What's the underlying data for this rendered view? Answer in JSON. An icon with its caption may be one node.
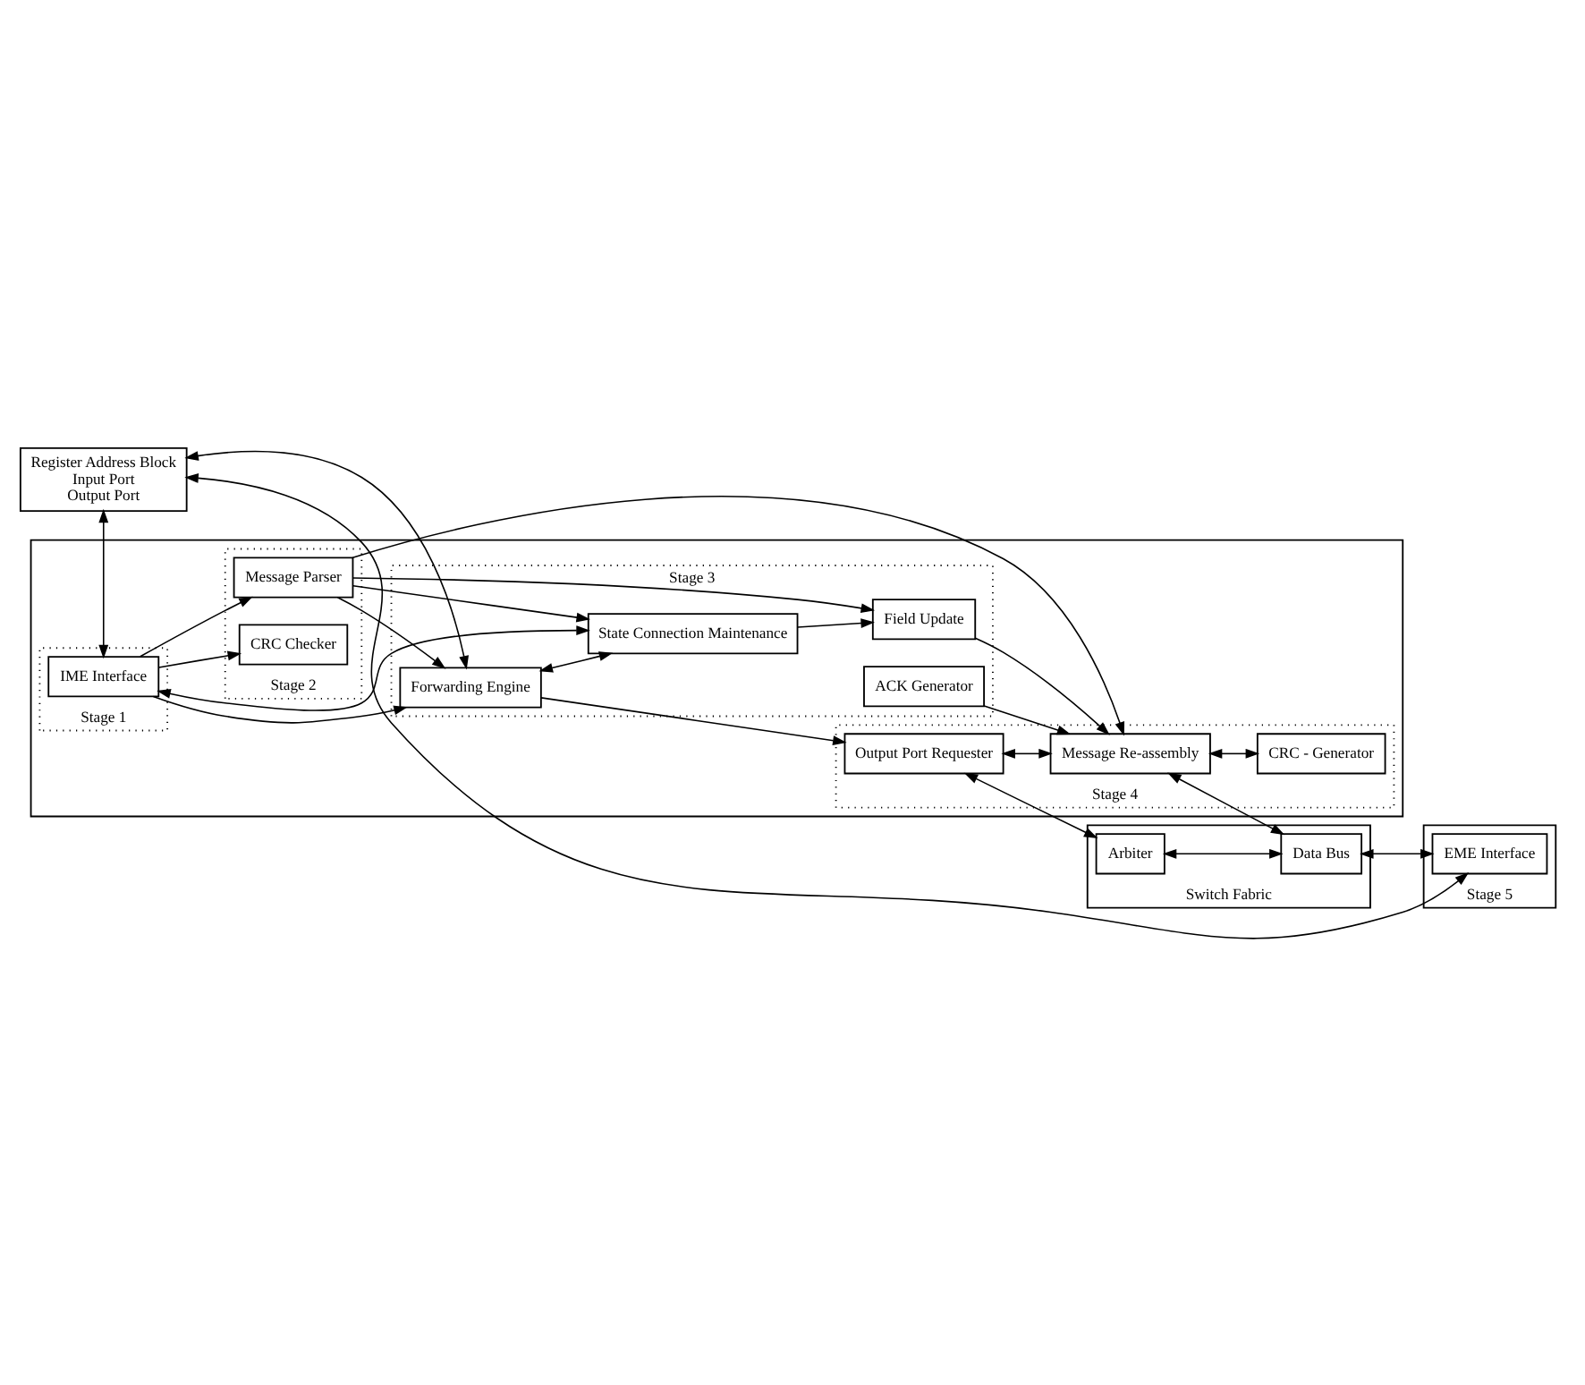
{
  "diagram": {
    "nodes": [
      {
        "text": [
          "Register Address Block",
          "Input Port",
          "Output Port"
        ]
      },
      {
        "text": [],
        "shape": "box"
      },
      {
        "text": [
          "Stage 1"
        ],
        "in": 1
      },
      {
        "text": [
          "IME Interface"
        ],
        "in": 2
      },
      {
        "text": [
          "Stage 2"
        ],
        "in": 1
      },
      {
        "text": [
          "Message Parser"
        ],
        "in": 4
      },
      {
        "text": [
          "CRC Checker"
        ],
        "in": 4
      },
      {
        "text": [
          "Stage 3"
        ],
        "in": 1
      },
      {
        "text": [
          "Forwarding Engine"
        ],
        "in": 7
      },
      {
        "text": [
          "State Connection Maintenance"
        ],
        "in": 7
      },
      {
        "text": [
          "Field Update"
        ],
        "in": 7
      },
      {
        "text": [
          "ACK Generator"
        ],
        "in": 7
      },
      {
        "text": [
          "Stage 4"
        ],
        "in": 1
      },
      {
        "text": [
          "Output Port Requester"
        ],
        "in": 12
      },
      {
        "text": [
          "Message Re-assembly"
        ],
        "in": 12
      },
      {
        "text": [
          "CRC - Generator"
        ],
        "in": 12
      },
      {
        "text": [
          "Switch Fabric"
        ]
      },
      {
        "text": [
          "Arbiter"
        ],
        "in": 16
      },
      {
        "text": [
          "Data Bus"
        ],
        "in": 16
      },
      {
        "text": [
          "Stage 5"
        ]
      },
      {
        "text": [
          "EME Interface"
        ],
        "in": 19
      }
    ],
    "edges": [
      {
        "from": 3,
        "to": 0,
        "arrow": "both"
      },
      {
        "from": 8,
        "to": 0,
        "arrow": "both"
      },
      {
        "from": 20,
        "to": 0,
        "arrow": "both"
      },
      {
        "from": 3,
        "to": 8,
        "arrow": "to"
      },
      {
        "from": 5,
        "to": 8,
        "arrow": "to"
      },
      {
        "from": 8,
        "to": 13,
        "arrow": "to"
      },
      {
        "from": 8,
        "to": 9,
        "arrow": "both"
      },
      {
        "from": 5,
        "to": 9,
        "arrow": "to"
      },
      {
        "from": 3,
        "to": 9,
        "arrow": "both"
      },
      {
        "from": 9,
        "to": 10,
        "arrow": "to"
      },
      {
        "from": 3,
        "to": 5,
        "arrow": "to"
      },
      {
        "from": 5,
        "to": 10,
        "arrow": "to"
      },
      {
        "from": 5,
        "to": 14,
        "arrow": "to"
      },
      {
        "from": 10,
        "to": 14,
        "arrow": "to"
      },
      {
        "from": 3,
        "to": 6,
        "arrow": "to"
      },
      {
        "from": 13,
        "to": 17,
        "arrow": "both"
      },
      {
        "from": 13,
        "to": 14,
        "arrow": "both"
      },
      {
        "from": 14,
        "to": 18,
        "arrow": "both"
      },
      {
        "from": 17,
        "to": 18,
        "arrow": "both"
      },
      {
        "from": 14,
        "to": 15,
        "arrow": "both"
      },
      {
        "from": 11,
        "to": 14,
        "arrow": "to"
      },
      {
        "from": 18,
        "to": 20,
        "arrow": "both"
      }
    ]
  }
}
